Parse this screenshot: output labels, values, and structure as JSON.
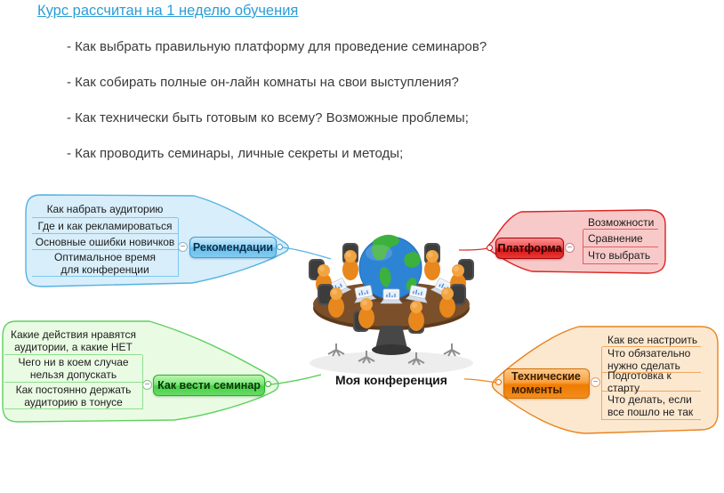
{
  "header": {
    "title": "Курс рассчитан на 1 неделю обучения",
    "bullets": [
      "- Как выбрать правильную платформу для проведение семинаров?",
      "- Как собирать полные он-лайн комнаты на свои выступления?",
      "- Как технически быть готовым ко всему? Возможные проблемы;",
      "- Как проводить семинары, личные секреты и методы;"
    ]
  },
  "mindmap": {
    "center_label": "Моя конференция",
    "center_image": "globe-conference-round-table-illustration",
    "collapse_glyph": "−",
    "branches": [
      {
        "id": "recommendations",
        "label": "Рекомендации",
        "side": "top-left",
        "color": "#3e9fd0",
        "items": [
          "Как набрать аудиторию",
          "Где и как рекламироваться",
          "Основные ошибки новичков",
          "Оптимальное время для конференции"
        ]
      },
      {
        "id": "platform",
        "label": "Платформа",
        "side": "top-right",
        "color": "#cc1111",
        "items": [
          "Возможности",
          "Сравнение",
          "Что выбрать"
        ]
      },
      {
        "id": "how-to-run-seminar",
        "label": "Как вести семинар",
        "side": "bottom-left",
        "color": "#30b430",
        "items": [
          "Какие действия нравятся аудитории, а какие НЕТ",
          "Чего ни в коем случае нельзя допускать",
          "Как постоянно держать аудиторию в тонусе"
        ]
      },
      {
        "id": "technical-moments",
        "label": "Технические моменты",
        "side": "bottom-right",
        "color": "#e07800",
        "items": [
          "Как все настроить",
          "Что обязательно нужно сделать",
          "Подготовка к старту",
          "Что делать, если все пошло не так"
        ]
      }
    ]
  }
}
